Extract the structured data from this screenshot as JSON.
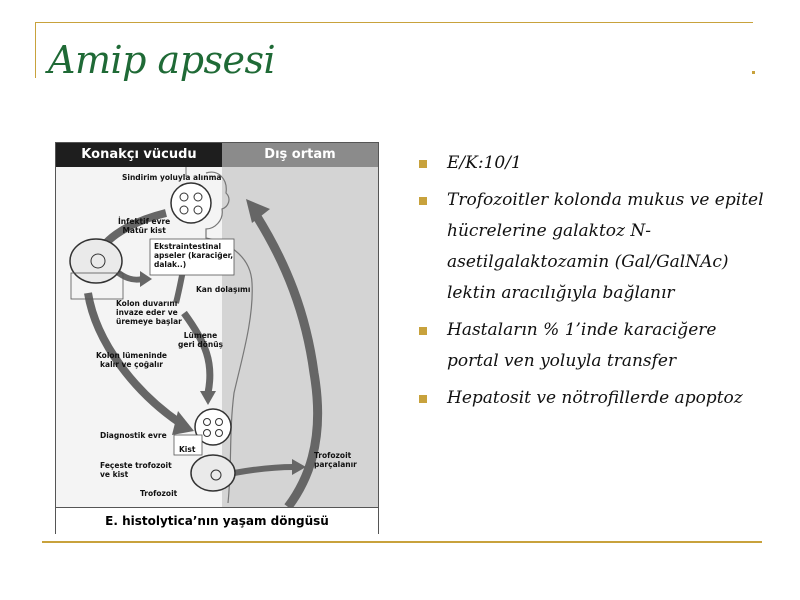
{
  "slide": {
    "title": "Amip apsesi",
    "colors": {
      "accent": "#c8a23c",
      "title": "#1f6a36"
    }
  },
  "diagram": {
    "header_left": "Konakçı vücudu",
    "header_right": "Dış ortam",
    "caption": "E. histolytica’nın yaşam döngüsü",
    "labels": {
      "l1": "Sindirim yoluyla alınma",
      "l2": "İnfektif evre\nMatür kist",
      "l3": "Ekstraintestinal\napseler (karaciğer,\ndalak..)",
      "l4": "Kan dolaşımı",
      "l5": "Kolon duvarını\ninvaze eder ve\nüremeye başlar",
      "l6": "Lümene\ngeri dönüş",
      "l7": "Kolon lümeninde\nkalır ve çoğalır",
      "l8": "Diagnostik evre",
      "l9": "Kist",
      "l10": "Feçeste trofozoit\nve kist",
      "l11": "Trofozoit",
      "l12": "Trofozoit\nparçalanır"
    }
  },
  "bullets": [
    "E/K:10/1",
    "Trofozoitler kolonda mukus ve epitel hücrelerine galaktoz N-asetilgalaktozamin (Gal/GalNAc) lektin aracılığıyla bağlanır",
    "Hastaların % 1’inde karaciğere portal ven yoluyla transfer",
    "Hepatosit ve nötrofillerde apoptoz"
  ]
}
